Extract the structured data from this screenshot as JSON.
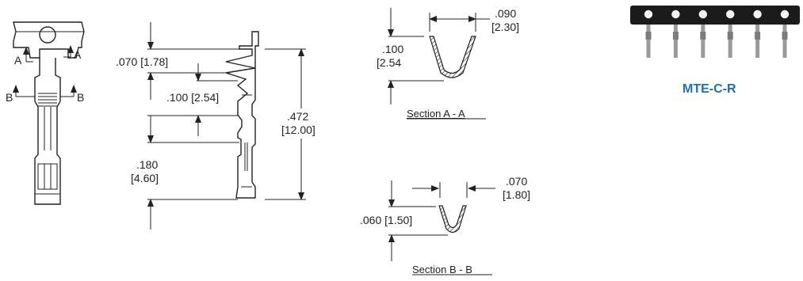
{
  "colors": {
    "line": "#222222",
    "part_number": "#1f6fae"
  },
  "front_view": {
    "section_a_left": "A",
    "section_a_right": "A",
    "section_b_left": "B",
    "section_b_right": "B"
  },
  "side_view": {
    "dim_070": ".070 [1.78]",
    "dim_100": ".100 [2.54]",
    "dim_180_in": ".180",
    "dim_180_mm": "[4.60]",
    "dim_472_in": ".472",
    "dim_472_mm": "[12.00]"
  },
  "section_aa": {
    "title": "Section A - A",
    "width_in": ".090",
    "width_mm": "[2.30]",
    "height_in": ".100",
    "height_mm": "[2.54"
  },
  "section_bb": {
    "title": "Section B - B",
    "width_in": ".070",
    "width_mm": "[1.80]",
    "height": ".060 [1.50]"
  },
  "product": {
    "part_number": "MTE-C-R",
    "pin_count": 6
  }
}
